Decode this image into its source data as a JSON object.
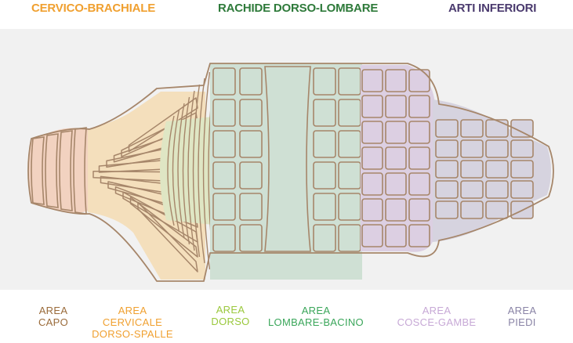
{
  "headings": {
    "cervico": "CERVICO-BRACHIALE",
    "rachide": "RACHIDE DORSO-LOMBARE",
    "arti": "ARTI INFERIORI"
  },
  "zones": {
    "capo": {
      "line1": "AREA",
      "line2": "CAPO"
    },
    "cervicale": {
      "line1": "AREA",
      "line2": "CERVICALE",
      "line3": "DORSO-SPALLE"
    },
    "dorso": {
      "line1": "AREA",
      "line2": "DORSO"
    },
    "lombare": {
      "line1": "AREA",
      "line2": "LOMBARE-BACINO"
    },
    "cosce": {
      "line1": "AREA",
      "line2": "COSCE-GAMBE"
    },
    "piedi": {
      "line1": "AREA",
      "line2": "PIEDI"
    }
  },
  "colors": {
    "heading_cervico": "#f0a030",
    "heading_rachide": "#2e7a3a",
    "heading_arti": "#4a3a6e",
    "outline": "#a6866a",
    "capo_fill": "#f2d2c0",
    "cervicale_fill": "#f4dfbc",
    "dorso_fill": "#dfe6c4",
    "lombare_fill": "#cfe0d4",
    "cosce_fill": "#dccfe2",
    "piedi_fill": "#d6d3df",
    "label_capo": "#9a6b3a",
    "label_cervicale": "#f0a030",
    "label_dorso": "#9ac83c",
    "label_lombare": "#3aa65a",
    "label_cosce": "#c7a9d6",
    "label_piedi": "#8a84a6"
  }
}
